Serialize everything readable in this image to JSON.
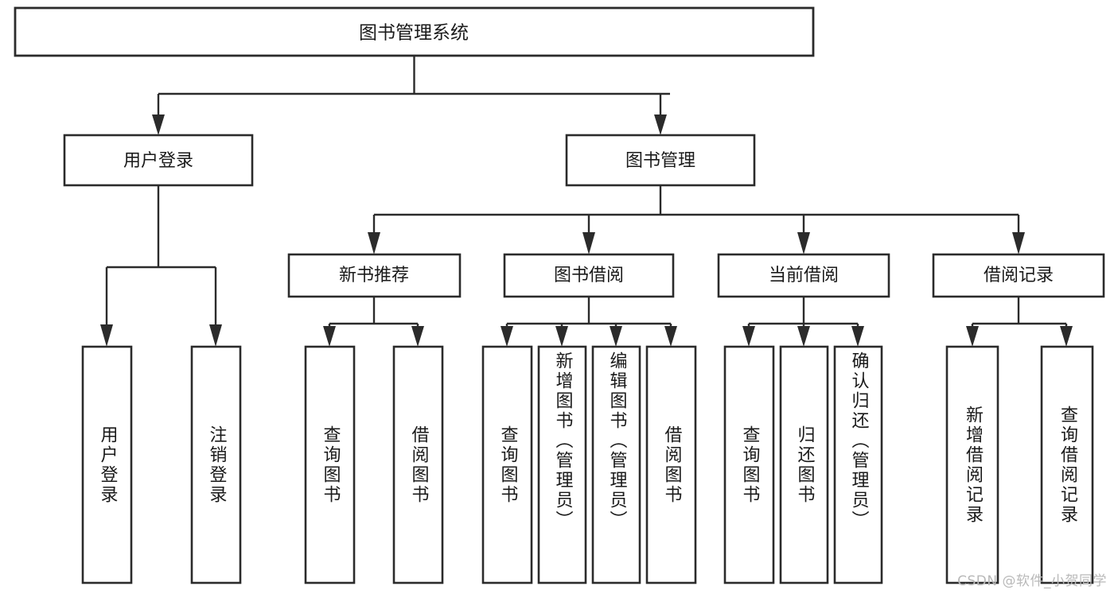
{
  "diagram": {
    "type": "tree-hierarchy-flowchart",
    "title_text": "图书管理系统",
    "orientation": "top-down",
    "levels": 4,
    "root": {
      "id": "root",
      "label": "图书管理系统",
      "text_direction": "horizontal"
    },
    "level2": [
      {
        "id": "user-login",
        "label": "用户登录",
        "text_direction": "horizontal"
      },
      {
        "id": "book-manage",
        "label": "图书管理",
        "text_direction": "horizontal"
      }
    ],
    "level3": [
      {
        "id": "new-book-rec",
        "label": "新书推荐",
        "parent": "book-manage",
        "text_direction": "horizontal"
      },
      {
        "id": "book-borrow",
        "label": "图书借阅",
        "parent": "book-manage",
        "text_direction": "horizontal"
      },
      {
        "id": "current-borrow",
        "label": "当前借阅",
        "parent": "book-manage",
        "text_direction": "horizontal"
      },
      {
        "id": "borrow-record",
        "label": "借阅记录",
        "parent": "book-manage",
        "text_direction": "horizontal"
      }
    ],
    "leaves": [
      {
        "id": "leaf-user-login",
        "label": "用户登录",
        "parent": "user-login",
        "text_direction": "vertical"
      },
      {
        "id": "leaf-logout-login",
        "label": "注销登录",
        "parent": "user-login",
        "text_direction": "vertical"
      },
      {
        "id": "leaf-query-book-rec",
        "label": "查询图书",
        "parent": "new-book-rec",
        "text_direction": "vertical"
      },
      {
        "id": "leaf-borrow-book-rec",
        "label": "借阅图书",
        "parent": "new-book-rec",
        "text_direction": "vertical"
      },
      {
        "id": "leaf-query-book-borrow",
        "label": "查询图书",
        "parent": "book-borrow",
        "text_direction": "vertical"
      },
      {
        "id": "leaf-add-book-admin",
        "label": "新增图书（管理员）",
        "parent": "book-borrow",
        "text_direction": "vertical"
      },
      {
        "id": "leaf-edit-book-admin",
        "label": "编辑图书（管理员）",
        "parent": "book-borrow",
        "text_direction": "vertical"
      },
      {
        "id": "leaf-borrow-book",
        "label": "借阅图书",
        "parent": "book-borrow",
        "text_direction": "vertical"
      },
      {
        "id": "leaf-query-book-current",
        "label": "查询图书",
        "parent": "current-borrow",
        "text_direction": "vertical"
      },
      {
        "id": "leaf-return-book",
        "label": "归还图书",
        "parent": "current-borrow",
        "text_direction": "vertical"
      },
      {
        "id": "leaf-confirm-return-admin",
        "label": "确认归还（管理员）",
        "parent": "current-borrow",
        "text_direction": "vertical"
      },
      {
        "id": "leaf-add-borrow-record",
        "label": "新增借阅记录",
        "parent": "borrow-record",
        "text_direction": "vertical"
      },
      {
        "id": "leaf-query-borrow-record",
        "label": "查询借阅记录",
        "parent": "borrow-record",
        "text_direction": "vertical"
      }
    ]
  },
  "watermark": {
    "text": "CSDN @软件_小贺同学"
  },
  "colors": {
    "background": "#ffffff",
    "box_fill": "#ffffff",
    "box_stroke": "#2b2b2b",
    "connector": "#2b2b2b",
    "text": "#1a1a1a",
    "watermark": "#b9b9b9"
  }
}
